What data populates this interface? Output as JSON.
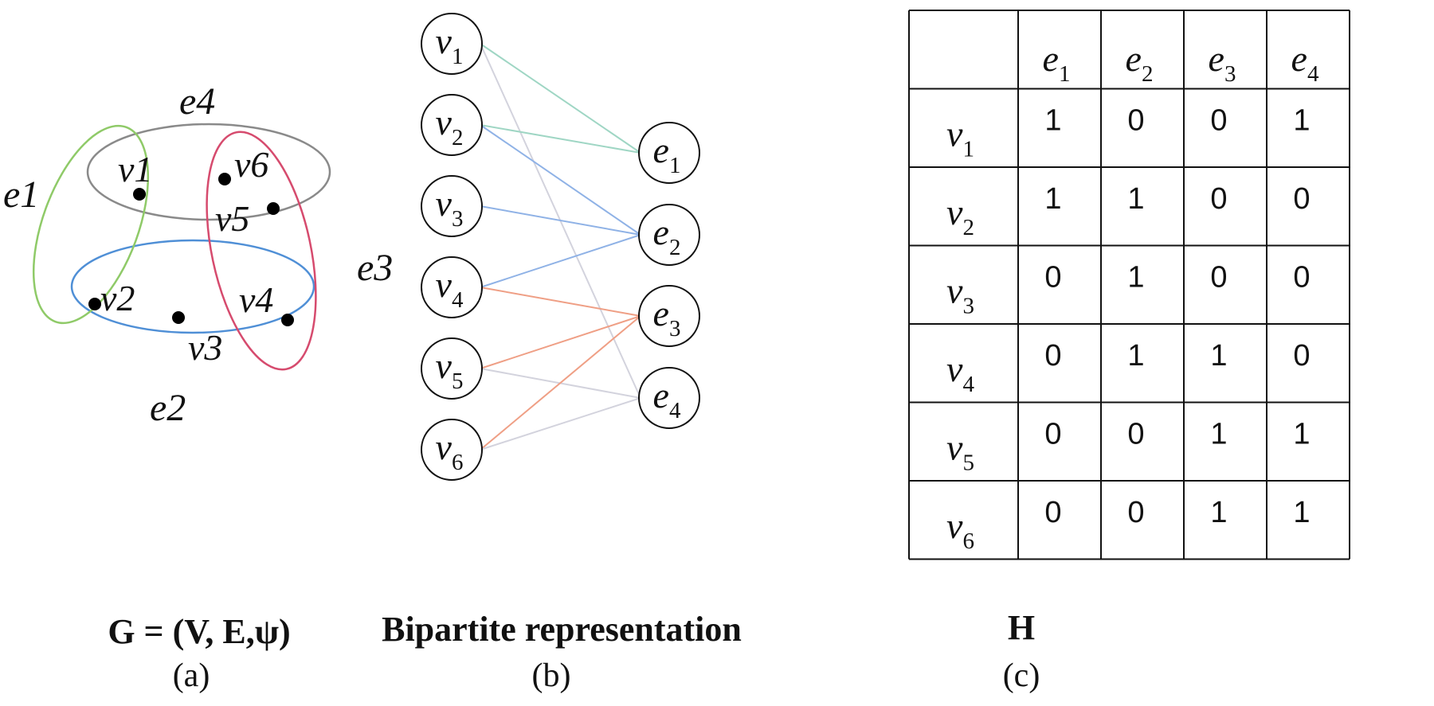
{
  "panel_a": {
    "hyperedges": [
      {
        "id": "e1",
        "color": "#8fca68"
      },
      {
        "id": "e2",
        "color": "#4f8fd6"
      },
      {
        "id": "e3",
        "color": "#d64b6e"
      },
      {
        "id": "e4",
        "color": "#8a8a8a"
      }
    ],
    "vertices": [
      "v1",
      "v2",
      "v3",
      "v4",
      "v5",
      "v6"
    ],
    "formula": "G = (V, E,ψ)",
    "sublabel": "(a)"
  },
  "panel_b": {
    "left_nodes": [
      "v1",
      "v2",
      "v3",
      "v4",
      "v5",
      "v6"
    ],
    "right_nodes": [
      "e1",
      "e2",
      "e3",
      "e4"
    ],
    "edge_colors": {
      "e1": "#9fd6c4",
      "e2": "#8fb2e6",
      "e3": "#ef9f85",
      "e4": "#d3d3dd"
    },
    "title": "Bipartite representation",
    "sublabel": "(b)"
  },
  "panel_c": {
    "columns": [
      "e1",
      "e2",
      "e3",
      "e4"
    ],
    "rows": [
      {
        "vertex": "v1",
        "values": [
          1,
          0,
          0,
          1
        ]
      },
      {
        "vertex": "v2",
        "values": [
          1,
          1,
          0,
          0
        ]
      },
      {
        "vertex": "v3",
        "values": [
          0,
          1,
          0,
          0
        ]
      },
      {
        "vertex": "v4",
        "values": [
          0,
          1,
          1,
          0
        ]
      },
      {
        "vertex": "v5",
        "values": [
          0,
          0,
          1,
          1
        ]
      },
      {
        "vertex": "v6",
        "values": [
          0,
          0,
          1,
          1
        ]
      }
    ],
    "title": "H",
    "sublabel": "(c)"
  }
}
